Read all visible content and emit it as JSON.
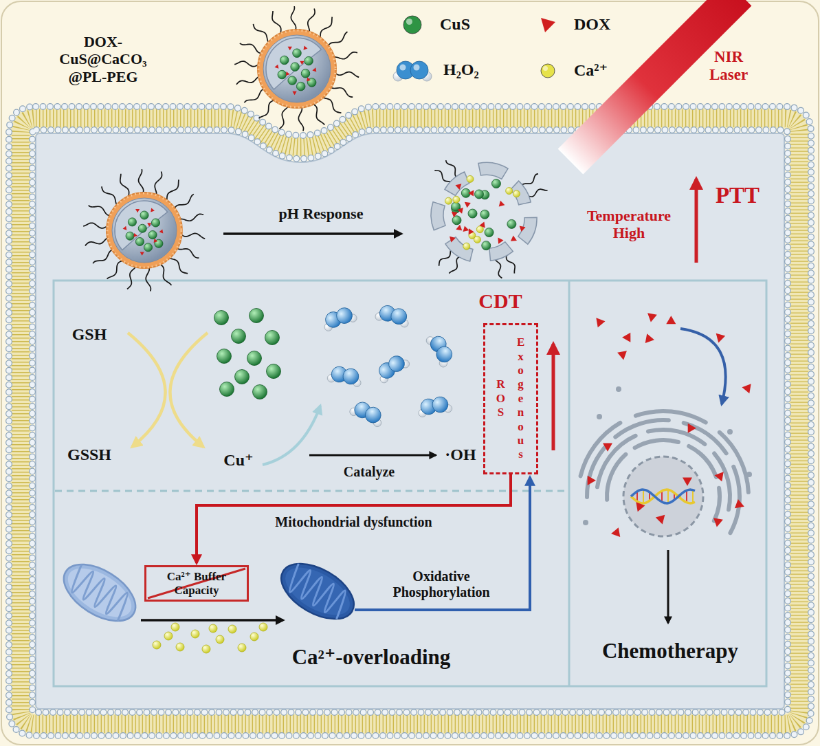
{
  "diagram": {
    "nodes": [
      {
        "text": [
          "Exogenous",
          "ROS"
        ]
      },
      {
        "text": [
          "Ca²⁺ Buffer Capacity"
        ]
      }
    ],
    "edges": [
      {
        "from": 0,
        "to": 1,
        "arrow": "to",
        "label": "Mitochondrial dysfunction"
      }
    ],
    "labels": [
      "DOX-CuS@CaCO₃ @PL-PEG",
      "NIR Laser",
      "pH Response",
      "Temperature High",
      "PTT",
      "CDT",
      "GSH",
      "GSSH",
      "Cu⁺",
      "Catalyze",
      "·OH",
      "Oxidative Phosphorylation",
      "Ca²⁺-overloading",
      "Chemotherapy"
    ],
    "legend": [
      {
        "text": "CuS",
        "color": "#2e9444"
      },
      {
        "text": "DOX",
        "color": "#d01f1f"
      },
      {
        "text": "H₂O₂",
        "color": "#3b8fd0"
      },
      {
        "text": "Ca²⁺",
        "color": "#e6e24a"
      }
    ]
  }
}
